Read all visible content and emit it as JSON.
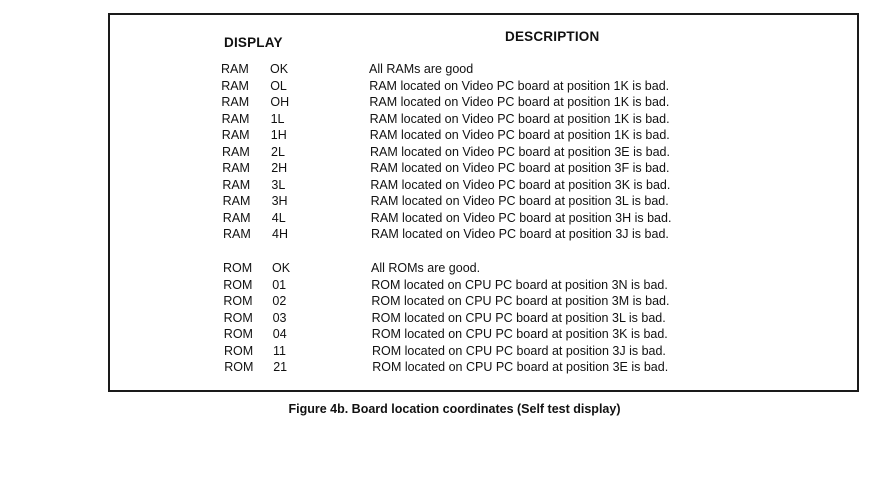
{
  "table": {
    "header_display": "DISPLAY",
    "header_description": "DESCRIPTION",
    "ram_rows": [
      {
        "device": "RAM",
        "code": "OK",
        "description": "All RAMs are good"
      },
      {
        "device": "RAM",
        "code": "OL",
        "description": "RAM located on Video PC board at position 1K is bad."
      },
      {
        "device": "RAM",
        "code": "OH",
        "description": "RAM located on Video PC board at position 1K is bad."
      },
      {
        "device": "RAM",
        "code": "1L",
        "description": "RAM located on Video PC board at position 1K is bad."
      },
      {
        "device": "RAM",
        "code": "1H",
        "description": "RAM located on Video PC board at position 1K is bad."
      },
      {
        "device": "RAM",
        "code": "2L",
        "description": "RAM located on Video PC board at position 3E is bad."
      },
      {
        "device": "RAM",
        "code": "2H",
        "description": "RAM located on Video PC board at position 3F is bad."
      },
      {
        "device": "RAM",
        "code": "3L",
        "description": "RAM located on Video PC board at position 3K is bad."
      },
      {
        "device": "RAM",
        "code": "3H",
        "description": "RAM located on Video PC board at position 3L is bad."
      },
      {
        "device": "RAM",
        "code": "4L",
        "description": "RAM located on Video PC board at position 3H is bad."
      },
      {
        "device": "RAM",
        "code": "4H",
        "description": "RAM located on Video PC board at position 3J is bad."
      }
    ],
    "rom_rows": [
      {
        "device": "ROM",
        "code": "OK",
        "description": "All ROMs are good."
      },
      {
        "device": "ROM",
        "code": "01",
        "description": "ROM located on CPU PC board at position 3N is bad."
      },
      {
        "device": "ROM",
        "code": "02",
        "description": "ROM located on CPU PC board at position 3M is bad."
      },
      {
        "device": "ROM",
        "code": "03",
        "description": "ROM located on CPU PC board at position 3L is bad."
      },
      {
        "device": "ROM",
        "code": "04",
        "description": "ROM located on CPU PC board at position 3K is bad."
      },
      {
        "device": "ROM",
        "code": "11",
        "description": "ROM located on CPU PC board at position 3J is bad."
      },
      {
        "device": "ROM",
        "code": "21",
        "description": "ROM located on CPU PC board at position 3E is bad."
      }
    ]
  },
  "caption": "Figure 4b. Board location coordinates (Self test display)"
}
